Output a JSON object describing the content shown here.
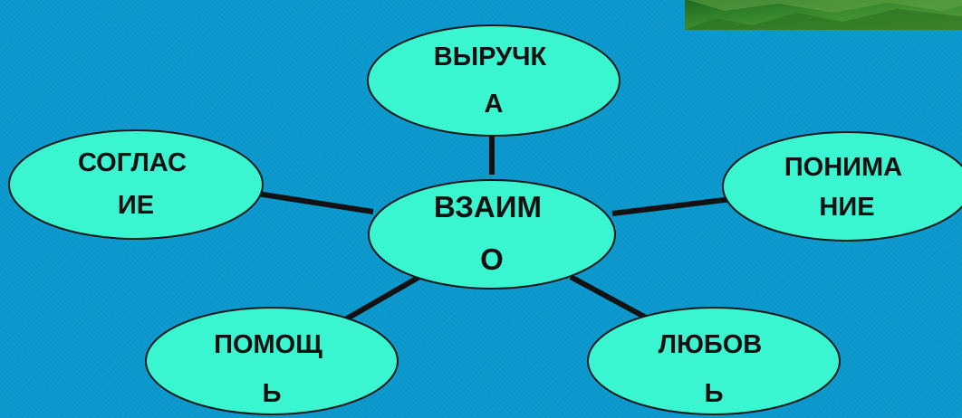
{
  "colors": {
    "background": "#0a98cd",
    "node_fill": "#39f5d0",
    "node_stroke": "#16181a",
    "connector": "#121212",
    "text": "#111111"
  },
  "diagram": {
    "center": {
      "lines": [
        "ВЗАИМ",
        "О"
      ]
    },
    "nodes": [
      {
        "id": "top",
        "lines": [
          "ВЫРУЧК",
          "А"
        ]
      },
      {
        "id": "left",
        "lines": [
          "СОГЛАС",
          "ИЕ"
        ]
      },
      {
        "id": "right",
        "lines": [
          "ПОНИМА",
          "НИЕ"
        ]
      },
      {
        "id": "bottom-left",
        "lines": [
          "ПОМОЩ",
          "Ь"
        ]
      },
      {
        "id": "bottom-right",
        "lines": [
          "ЛЮБОВ",
          "Ь"
        ]
      }
    ]
  },
  "corner_image": {
    "description": "green-foliage-image"
  }
}
